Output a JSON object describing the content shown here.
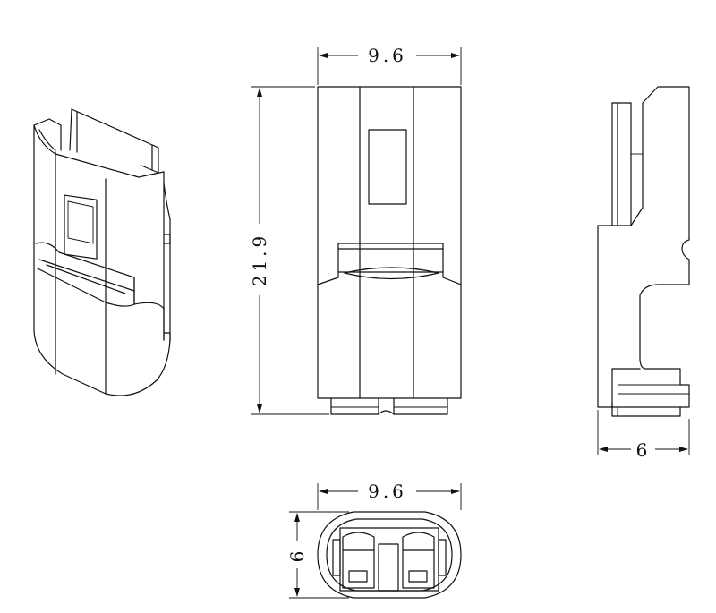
{
  "dimensions": {
    "front_width": "9.6",
    "front_height": "21.9",
    "side_depth": "6",
    "bottom_width": "9.6",
    "bottom_depth": "6"
  },
  "views": [
    "isometric-view",
    "front-view",
    "side-view",
    "bottom-view"
  ]
}
